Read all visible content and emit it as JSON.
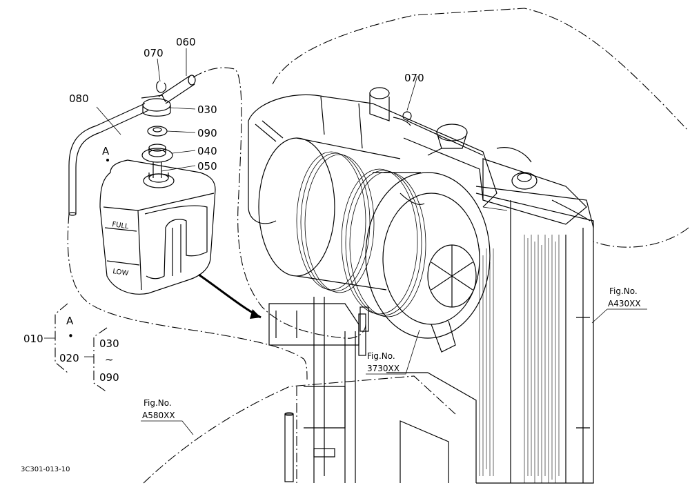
{
  "callouts": {
    "c060": "060",
    "c070_top": "070",
    "c070_right": "070",
    "c080": "080",
    "c030": "030",
    "c090": "090",
    "c040": "040",
    "c050": "050",
    "cA": "A"
  },
  "tank": {
    "full_label": "FULL",
    "low_label": "LOW"
  },
  "legend": {
    "assembly": "010",
    "A": "A",
    "dot": "•",
    "set": "020",
    "range_start": "030",
    "tilde": "~",
    "range_end": "090"
  },
  "fig_refs": {
    "ref1_title": "Fig.No.",
    "ref1_code": "A430XX",
    "ref2_title": "Fig.No.",
    "ref2_code": "3730XX",
    "ref3_title": "Fig.No.",
    "ref3_code": "A580XX"
  },
  "drawing_id": "3C301-013-10"
}
